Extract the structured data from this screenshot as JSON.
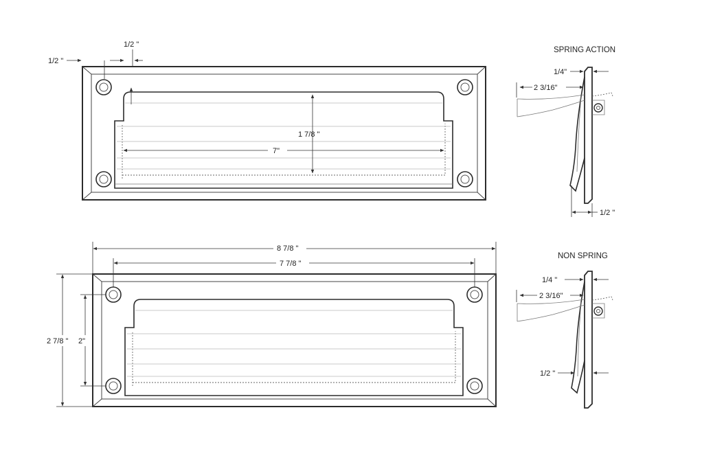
{
  "titles": {
    "spring_action": "SPRING ACTION",
    "non_spring": "NON SPRING"
  },
  "top_view": {
    "dim_half_top": "1/2 \"",
    "dim_half_left": "1/2 \"",
    "dim_height_inner": "1 7/8 \"",
    "dim_width_inner": "7\""
  },
  "bottom_view": {
    "dim_overall_width": "8 7/8 \"",
    "dim_screw_spacing": "7 7/8 \"",
    "dim_overall_height": "2 7/8 \"",
    "dim_screw_height": "2\""
  },
  "spring_profile": {
    "dim_quarter": "1/4\"",
    "dim_projection": "2 3/16\"",
    "dim_half": "1/2 \""
  },
  "non_spring_profile": {
    "dim_quarter": "1/4 \"",
    "dim_projection": "2 3/16\"",
    "dim_half": "1/2 \""
  }
}
